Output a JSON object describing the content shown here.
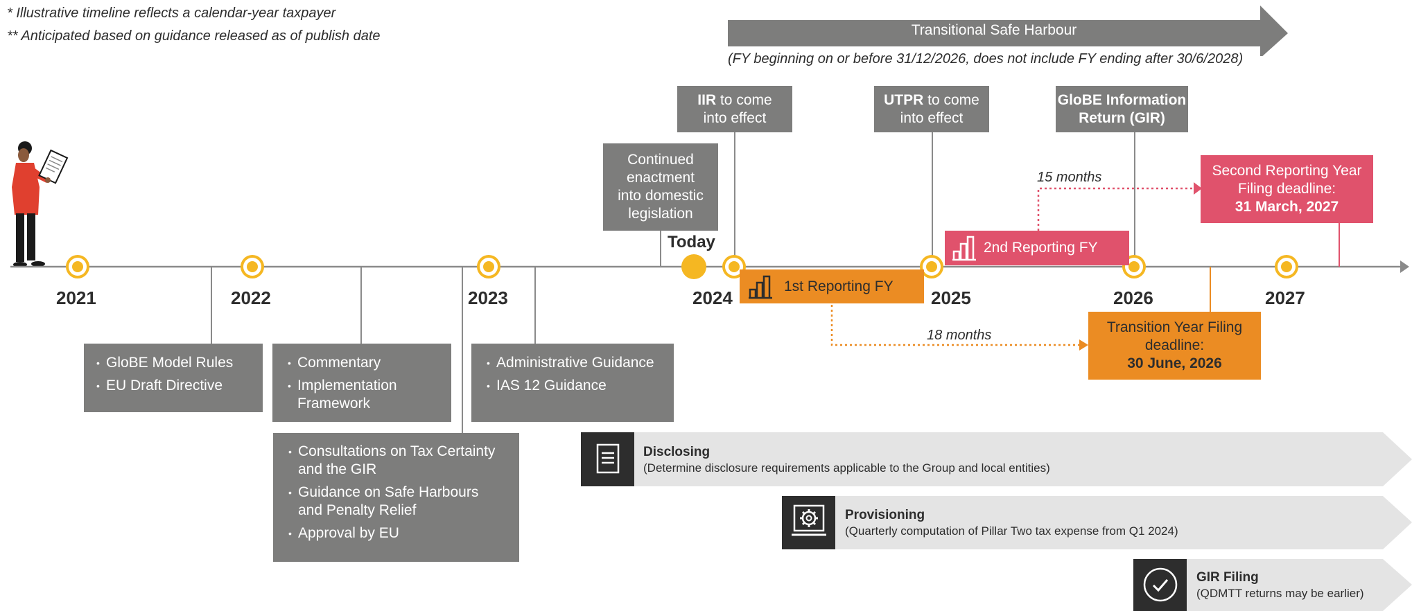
{
  "notes": {
    "note1": "* Illustrative timeline reflects a calendar-year taxpayer",
    "note2": "** Anticipated based on guidance released as of publish date"
  },
  "safe_harbour": {
    "label": "Transitional Safe Harbour",
    "subtitle": "(FY beginning on or before 31/12/2026, does not include FY ending after 30/6/2028)"
  },
  "years": [
    "2021",
    "2022",
    "2023",
    "2024",
    "2025",
    "2026",
    "2027"
  ],
  "today_label": "Today",
  "top_boxes": {
    "iir": {
      "bold": "IIR",
      "rest": " to come",
      "line2": "into effect"
    },
    "utpr": {
      "bold": "UTPR",
      "rest": " to come",
      "line2": "into effect"
    },
    "gir": {
      "line1": "GloBE Information",
      "line2": "Return (GIR)"
    },
    "continued": {
      "line1": "Continued",
      "line2": "enactment",
      "line3": "into domestic",
      "line4": "legislation"
    }
  },
  "reporting": {
    "first_fy": "1st Reporting FY",
    "second_fy": "2nd Reporting FY",
    "months_18": "18 months",
    "months_15": "15 months",
    "transition_deadline": {
      "line1": "Transition Year Filing",
      "line2": "deadline:",
      "date": "30 June, 2026"
    },
    "second_deadline": {
      "line1": "Second Reporting Year",
      "line2": "Filing deadline:",
      "date": "31 March, 2027"
    }
  },
  "guidance_boxes": {
    "box2021": [
      "GloBE Model Rules",
      "EU Draft Directive"
    ],
    "box2022": [
      "Commentary",
      "Implementation Framework"
    ],
    "box2023": [
      "Administrative Guidance",
      "IAS 12 Guidance"
    ],
    "box_consult": [
      "Consultations on Tax Certainty and the GIR",
      "Guidance on Safe Harbours and Penalty Relief",
      "Approval by EU"
    ]
  },
  "bands": [
    {
      "title": "Disclosing",
      "subtitle": "(Determine disclosure requirements applicable to the Group and local entities)",
      "icon": "document-icon"
    },
    {
      "title": "Provisioning",
      "subtitle": "(Quarterly computation of Pillar Two tax expense from Q1 2024)",
      "icon": "gear-icon"
    },
    {
      "title": "GIR Filing",
      "subtitle": "(QDMTT returns may be earlier)",
      "icon": "checkmark-icon"
    }
  ],
  "colors": {
    "gray": "#7d7d7c",
    "orange": "#eb8c23",
    "pink": "#e0526c",
    "yellow": "#f5b722",
    "band": "#e4e4e4",
    "dark": "#2d2d2d"
  }
}
